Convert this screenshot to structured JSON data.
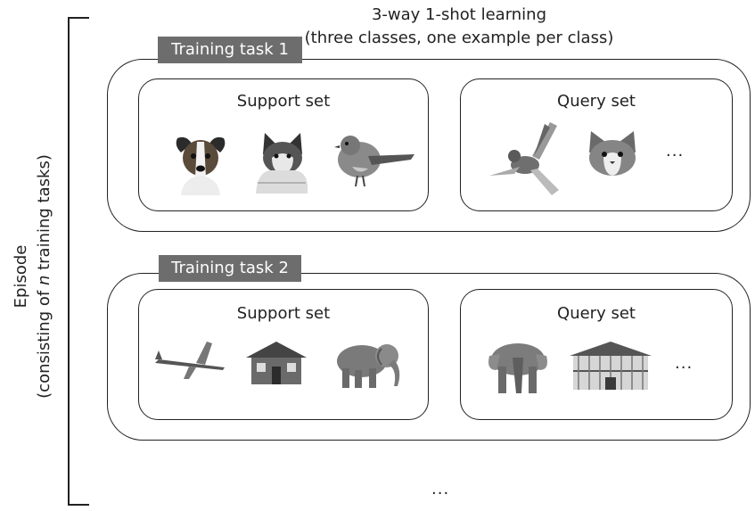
{
  "header": {
    "line1": "3-way 1-shot learning",
    "line2": "(three classes, one example per class)"
  },
  "side_label": {
    "line1": "Episode",
    "line2_prefix": "(consisting of ",
    "line2_var": "n",
    "line2_suffix": " training tasks)"
  },
  "tasks": [
    {
      "tag": "Training task 1",
      "support_title": "Support set",
      "support_images": [
        "dog-image",
        "cat-image",
        "bird-image"
      ],
      "query_title": "Query set",
      "query_images": [
        "flying-bird-image",
        "cat-face-image"
      ],
      "query_more": "..."
    },
    {
      "tag": "Training task 2",
      "support_title": "Support set",
      "support_images": [
        "airplane-image",
        "house-image",
        "elephant-image"
      ],
      "query_title": "Query set",
      "query_images": [
        "elephant-front-image",
        "mansion-image"
      ],
      "query_more": "..."
    }
  ],
  "more_tasks": "...",
  "colors": {
    "tag_bg": "#6d6d6d",
    "line": "#222222"
  }
}
